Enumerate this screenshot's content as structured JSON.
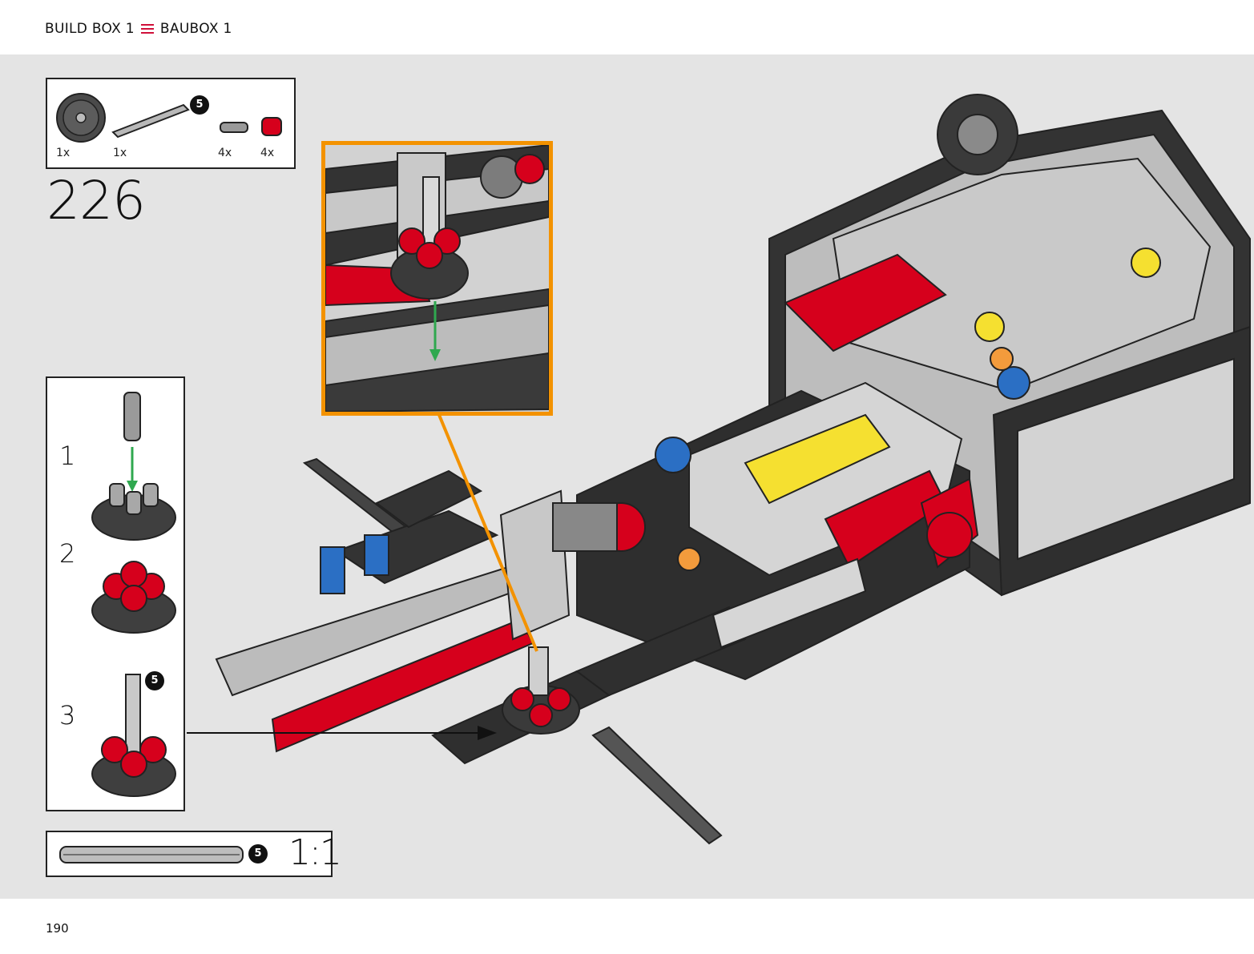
{
  "header": {
    "left_label": "BUILD BOX 1",
    "right_label": "BAUBOX 1"
  },
  "parts_list": {
    "items": [
      {
        "icon": "gear-icon",
        "qty": "1x"
      },
      {
        "icon": "axle-icon",
        "qty": "1x",
        "badge": "5"
      },
      {
        "icon": "pin-icon",
        "qty": "4x"
      },
      {
        "icon": "bush-icon",
        "qty": "4x"
      }
    ]
  },
  "step": {
    "number": "226",
    "substeps": [
      {
        "number": "1"
      },
      {
        "number": "2"
      },
      {
        "number": "3",
        "badge": "5"
      }
    ]
  },
  "scale_check": {
    "badge": "5",
    "label": "1:1"
  },
  "colors": {
    "accent_red": "#d0103a",
    "callout_orange": "#f39200",
    "arrow_green": "#2fa84f",
    "background": "#e4e4e4"
  },
  "footer": {
    "page_number": "190"
  }
}
